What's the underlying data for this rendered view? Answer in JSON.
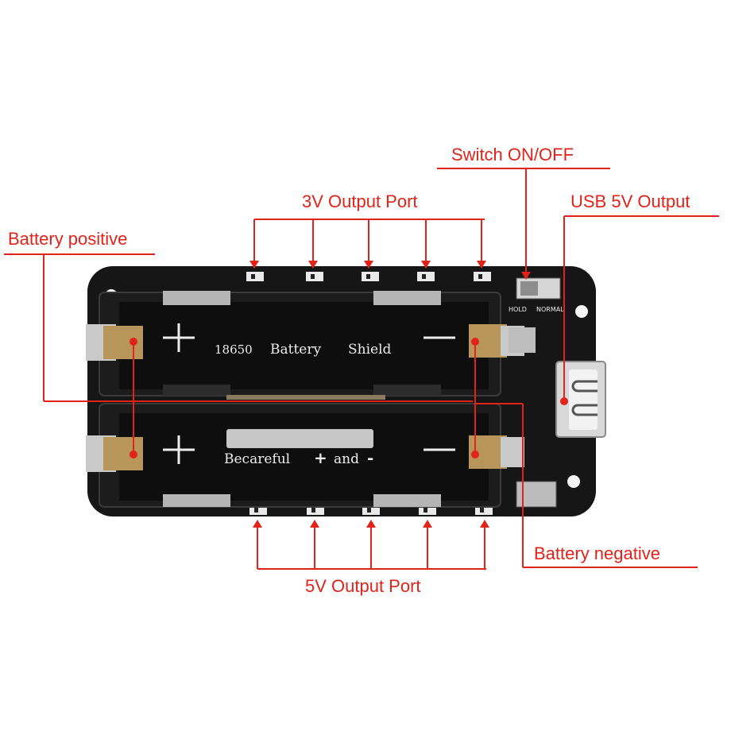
{
  "callouts": {
    "switch": "Switch ON/OFF",
    "usb": "USB 5V Output",
    "out3v": "3V Output Port",
    "battery_positive": "Battery positive",
    "battery_negative": "Battery negative",
    "out5v": "5V Output Port"
  },
  "board": {
    "title_number": "18650",
    "title_word1": "Battery",
    "title_word2": "Shield",
    "warning_word": "Becareful",
    "warning_plus": "+",
    "warning_and": "and",
    "warning_minus": "-",
    "plus_sign": "+",
    "minus_sign": "—",
    "switch_left_label": "HOLD",
    "switch_right_label": "NORMAL"
  },
  "colors": {
    "callout": "#e2231a",
    "board": "#141414",
    "holder": "#1f1f1f",
    "contact": "#b8955a"
  }
}
